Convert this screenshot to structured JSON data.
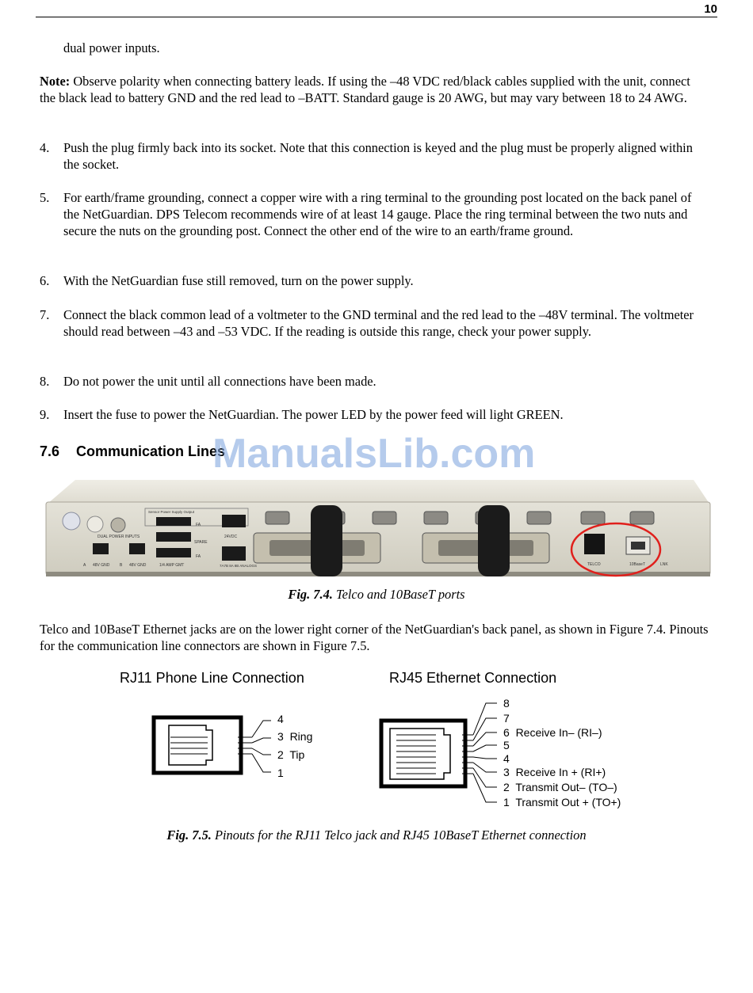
{
  "page_number": "10",
  "intro_line": "dual power inputs.",
  "note": {
    "label": "Note:",
    "text": " Observe polarity when connecting battery leads. If using the –48 VDC red/black cables supplied with the unit, connect the black lead to battery GND and the red lead to –BATT. Standard gauge is 20 AWG, but may vary between 18 to 24 AWG."
  },
  "steps": [
    {
      "num": "4.",
      "text": "Push the plug firmly back into its socket. Note that this connection is keyed and the plug must be properly aligned within the socket."
    },
    {
      "num": "5.",
      "text": "For earth/frame grounding, connect a copper wire with a ring terminal to the grounding post located on the back panel of the NetGuardian. DPS Telecom recommends wire of at least 14 gauge. Place the ring terminal between the two nuts and secure the nuts on the grounding post. Connect the other end of the wire to an earth/frame ground."
    },
    {
      "num": "6.",
      "text": "With the NetGuardian fuse still removed, turn on the power supply."
    },
    {
      "num": "7.",
      "text": "Connect the black common lead of a voltmeter to the GND terminal and the red lead to the –48V terminal. The voltmeter should read between –43 and –53 VDC. If the reading is outside this range, check your power supply."
    },
    {
      "num": "8.",
      "text": "Do not power the unit until all connections have been made."
    },
    {
      "num": "9.",
      "text": "Insert the fuse to power the NetGuardian. The power LED by the power feed will light GREEN."
    }
  ],
  "section": {
    "number": "7.6",
    "title": "Communication Lines"
  },
  "watermark": "ManualsLib.com",
  "photo_labels": {
    "dual_power": "DUAL POWER INPUTS",
    "a": "A",
    "b": "B",
    "gnd_a": "48V GND",
    "gnd_b": "48V GND",
    "amp": "1/4 AMP GMT",
    "fa1": "FA",
    "fa2": "FA",
    "spare": "SPARE",
    "vdc": "24VDC",
    "sensor": "Sensor Power Supply Output",
    "analog": "7A7B 8A 8B ANALOGS",
    "telco": "TELCO",
    "tenbase": "10BaseT",
    "lnk": "LNK"
  },
  "fig74": {
    "label": "Fig. 7.4.",
    "text": " Telco and 10BaseT ports"
  },
  "para": "Telco and 10BaseT Ethernet jacks are on the lower right corner of the NetGuardian's back panel, as shown in Figure 7.4. Pinouts for the communication line connectors are shown in Figure 7.5.",
  "rj11": {
    "title": "RJ11 Phone Line Connection",
    "pins": [
      "4",
      "3  Ring",
      "2  Tip",
      "1"
    ]
  },
  "rj45": {
    "title": "RJ45 Ethernet Connection",
    "pins": [
      "8",
      "7",
      "6  Receive In– (RI–)",
      "5",
      "4",
      "3  Receive In + (RI+)",
      "2  Transmit Out– (TO–)",
      "1  Transmit Out + (TO+)"
    ]
  },
  "fig75": {
    "label": "Fig. 7.5.",
    "text": " Pinouts for the RJ11 Telco jack and RJ45 10BaseT Ethernet connection"
  },
  "colors": {
    "highlight_circle": "#e0201c",
    "watermark": "#78a0dc",
    "panel": "#d9d6c8"
  }
}
